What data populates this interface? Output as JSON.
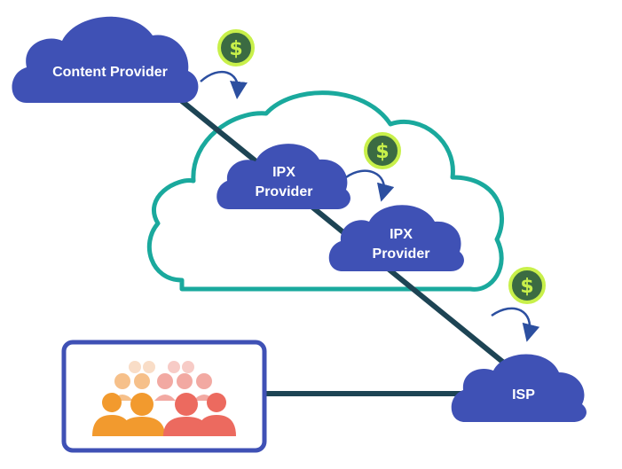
{
  "nodes": {
    "content_provider": {
      "label": "Content Provider"
    },
    "ipx_provider_1": {
      "label_line1": "IPX",
      "label_line2": "Provider"
    },
    "ipx_provider_2": {
      "label_line1": "IPX",
      "label_line2": "Provider"
    },
    "isp": {
      "label": "ISP"
    }
  },
  "payment_icons": [
    {
      "icon": "dollar-coin-icon",
      "glyph": "$"
    },
    {
      "icon": "dollar-coin-icon",
      "glyph": "$"
    },
    {
      "icon": "dollar-coin-icon",
      "glyph": "$"
    }
  ],
  "user_group": {
    "icon": "users-crowd-icon"
  },
  "colors": {
    "provider_cloud": "#3f51b5",
    "ipx_network_outline": "#1aa99d",
    "link_line": "#1d4454",
    "coin_fill": "#3b6b42",
    "coin_ring": "#c8f04a",
    "arrow": "#2c4fa0",
    "users_box_border": "#3f51b5",
    "users_orange": "#f29a2e",
    "users_red": "#ec6a5f"
  }
}
